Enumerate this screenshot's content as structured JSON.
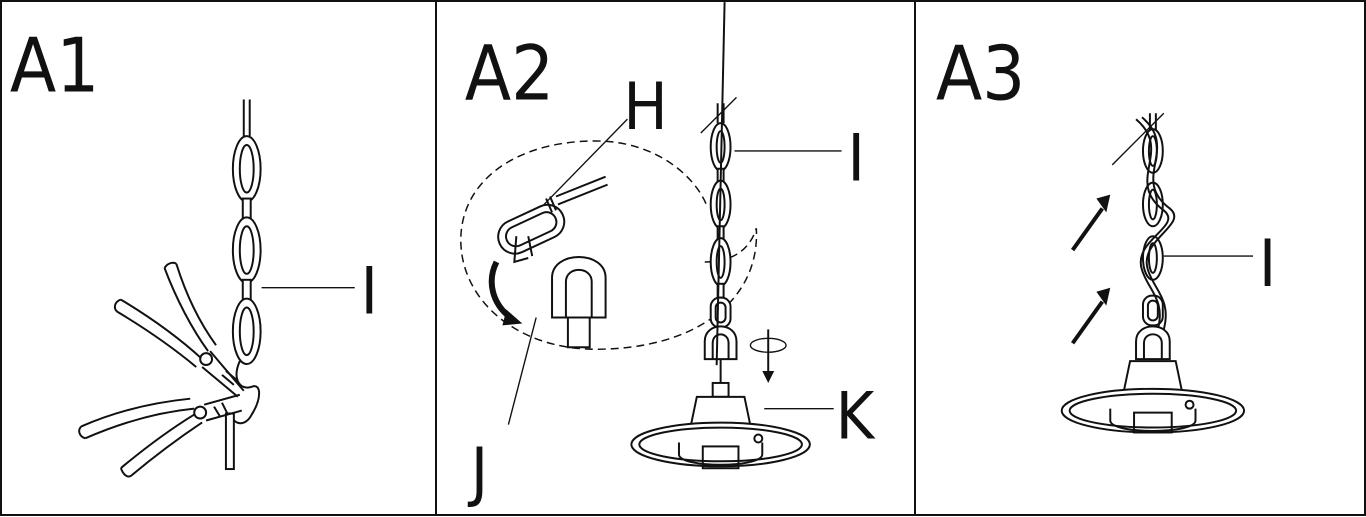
{
  "panels": [
    {
      "step": "A1",
      "labels": {
        "chain": "I"
      }
    },
    {
      "step": "A2",
      "labels": {
        "hook": "H",
        "chain": "I",
        "canopy_cap": "J",
        "lamp": "K"
      }
    },
    {
      "step": "A3",
      "labels": {
        "chain": "I"
      }
    }
  ]
}
